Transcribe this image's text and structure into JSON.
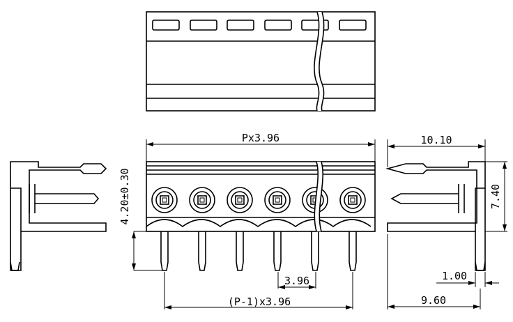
{
  "drawing": {
    "dimensions": {
      "total_length": "Px3.96",
      "pin_span": "(P-1)x3.96",
      "pitch": "3.96",
      "pin_height": "4.20±0.30",
      "side_width": "10.10",
      "side_height": "7.40",
      "pin_width": "1.00",
      "pin_offset": "9.60"
    }
  }
}
